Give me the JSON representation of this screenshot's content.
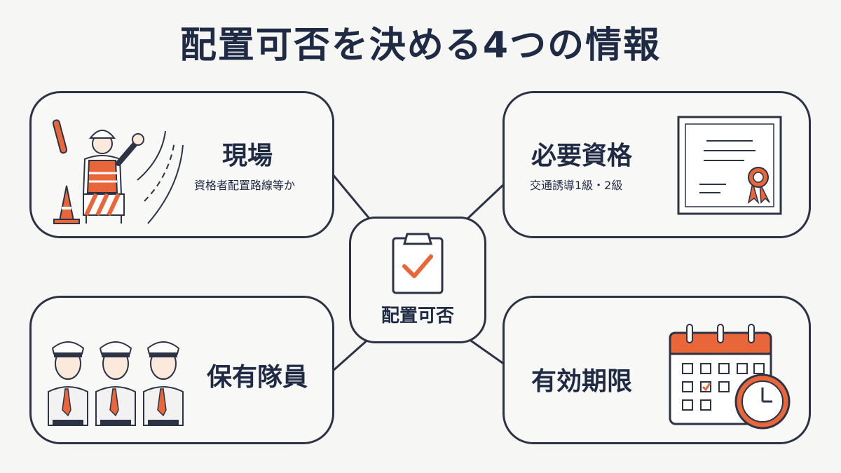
{
  "title": "配置可否を決める4つの情報",
  "center": {
    "label": "配置可否",
    "icon": "clipboard-check-icon"
  },
  "boxes": {
    "site": {
      "title": "現場",
      "sub": "資格者配置路線等か",
      "icon": "traffic-guard-icon"
    },
    "qualification": {
      "title": "必要資格",
      "sub": "交通誘導1級・2級",
      "icon": "certificate-icon"
    },
    "staff": {
      "title": "保有隊員",
      "icon": "security-guards-icon"
    },
    "expiry": {
      "title": "有効期限",
      "icon": "calendar-clock-icon"
    }
  },
  "colors": {
    "accent": "#e8663a",
    "ink": "#1f2a44",
    "background": "#f6f6f4"
  }
}
